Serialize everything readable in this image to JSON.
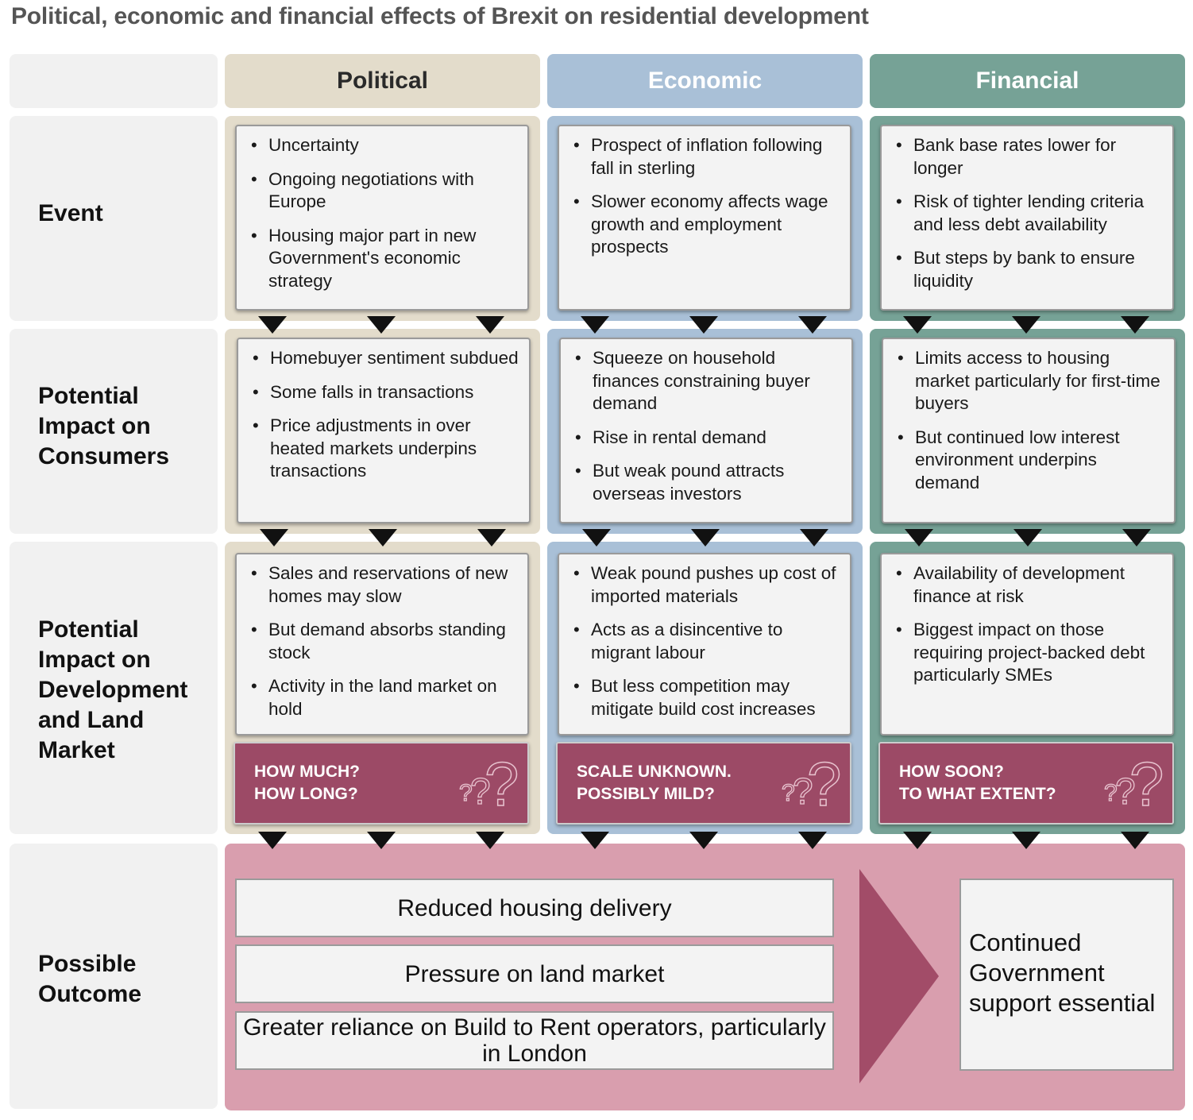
{
  "title": "Political, economic and financial effects of Brexit on residential development",
  "columns": [
    {
      "label": "Political",
      "color": "#e3dccb"
    },
    {
      "label": "Economic",
      "color": "#a9c0d7"
    },
    {
      "label": "Financial",
      "color": "#76a296"
    }
  ],
  "rows": [
    {
      "label": [
        "Event"
      ]
    },
    {
      "label": [
        "Potential",
        "Impact on",
        "Consumers"
      ]
    },
    {
      "label": [
        "Potential",
        "Impact on",
        "Development",
        "and Land",
        "Market"
      ]
    },
    {
      "label": [
        "Possible",
        "Outcome"
      ]
    }
  ],
  "cells": {
    "event": [
      [
        "Uncertainty",
        "Ongoing negotiations with Europe",
        "Housing major part in new Government's economic strategy"
      ],
      [
        "Prospect of inflation following fall in sterling",
        "Slower economy affects wage growth and employment prospects"
      ],
      [
        "Bank base rates lower for longer",
        "Risk of tighter lending criteria and less debt availability",
        "But steps by bank to ensure liquidity"
      ]
    ],
    "consumers": [
      [
        "Homebuyer sentiment subdued",
        "Some falls in transactions",
        "Price adjustments in over heated markets underpins transactions"
      ],
      [
        "Squeeze on household finances constraining buyer demand",
        "Rise in rental demand",
        "But weak pound attracts overseas investors"
      ],
      [
        "Limits access to housing market particularly for first-time buyers",
        "But continued low interest environment underpins demand"
      ]
    ],
    "development": [
      [
        "Sales and reservations of new homes may slow",
        "But demand absorbs standing stock",
        "Activity in the land market on hold"
      ],
      [
        "Weak pound pushes up cost of imported materials",
        "Acts as a disincentive to migrant labour",
        "But less competition may mitigate build cost increases"
      ],
      [
        "Availability of development finance at risk",
        "Biggest impact on those requiring project-backed debt particularly SMEs"
      ]
    ]
  },
  "questions": [
    [
      "HOW MUCH?",
      "HOW LONG?"
    ],
    [
      "SCALE UNKNOWN.",
      "POSSIBLY MILD?"
    ],
    [
      "HOW SOON?",
      "TO WHAT EXTENT?"
    ]
  ],
  "outcomes": [
    "Reduced housing delivery",
    "Pressure on land market",
    "Greater reliance on Build to Rent operators, particularly in London"
  ],
  "conclusion": "Continued Government support essential",
  "colors": {
    "question_box": "#9c4a66",
    "outcome_band": "#d99eae",
    "outcome_arrow": "#a24c68"
  },
  "icons": {
    "question": "question-marks-icon",
    "flow": "down-arrow-icon"
  }
}
